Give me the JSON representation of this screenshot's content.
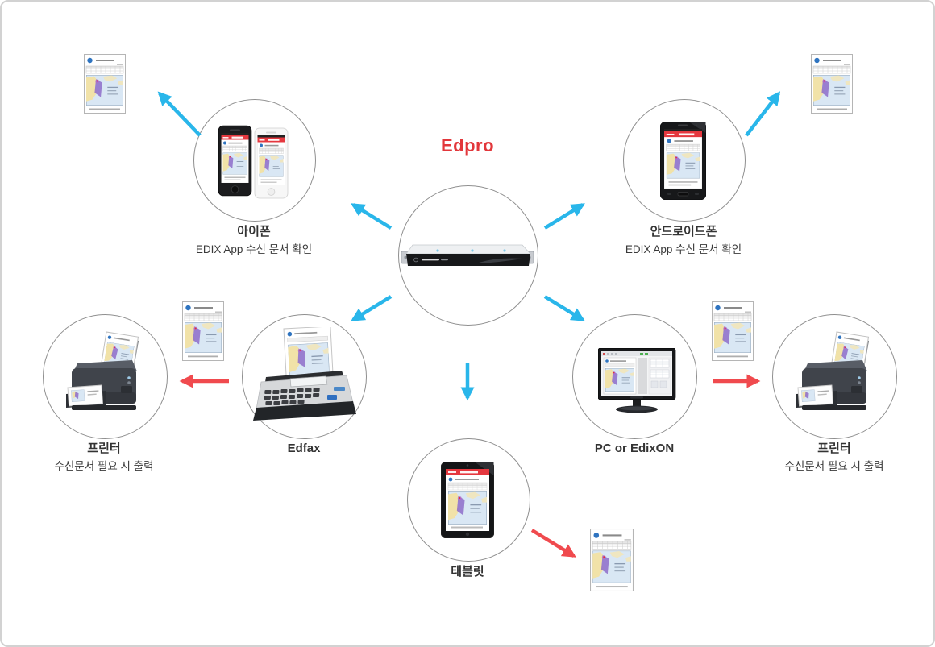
{
  "title": "Edpro",
  "colors": {
    "title_red": "#e2373b",
    "arrow_cyan": "#29b6ea",
    "arrow_red": "#f04a4e",
    "app_header_red": "#e5383f",
    "circle_border": "#8f8f8f",
    "label_text": "#333333"
  },
  "center": {
    "label": "Edpro",
    "device": "rack-server"
  },
  "nodes": [
    {
      "id": "iphone",
      "label": "아이폰",
      "sublabel": "EDIX App 수신 문서 확인",
      "device": "iphone-pair"
    },
    {
      "id": "android",
      "label": "안드로이드폰",
      "sublabel": "EDIX App 수신 문서 확인",
      "device": "android-phone"
    },
    {
      "id": "printer-left",
      "label": "프린터",
      "sublabel": "수신문서 필요 시 출력",
      "device": "inkjet-printer"
    },
    {
      "id": "edfax",
      "label": "Edfax",
      "sublabel": "",
      "device": "fax-machine"
    },
    {
      "id": "pc",
      "label": "PC or EdixON",
      "sublabel": "",
      "device": "desktop-monitor"
    },
    {
      "id": "printer-right",
      "label": "프린터",
      "sublabel": "수신문서 필요 시 출력",
      "device": "inkjet-printer"
    },
    {
      "id": "tablet",
      "label": "태블릿",
      "sublabel": "",
      "device": "tablet"
    }
  ],
  "documents": [
    {
      "id": "doc-top-left",
      "type": "received-document-thumbnail"
    },
    {
      "id": "doc-top-right",
      "type": "received-document-thumbnail"
    },
    {
      "id": "doc-edfax",
      "type": "received-document-thumbnail"
    },
    {
      "id": "doc-pc",
      "type": "received-document-thumbnail"
    },
    {
      "id": "doc-tablet",
      "type": "received-document-thumbnail"
    }
  ]
}
